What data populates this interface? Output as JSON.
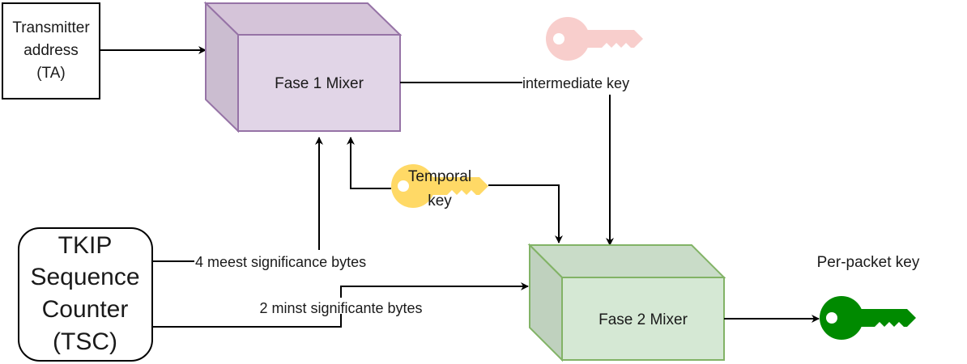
{
  "diagram": {
    "nodes": {
      "ta": {
        "lines": [
          "Transmitter",
          "address",
          "(TA)"
        ]
      },
      "tsc": {
        "lines": [
          "TKIP",
          "Sequence",
          "Counter",
          "(TSC)"
        ]
      },
      "phase1": {
        "label": "Fase 1 Mixer",
        "fill": "#e1d5e7",
        "stroke": "#9673a6"
      },
      "phase2": {
        "label": "Fase 2 Mixer",
        "fill": "#d5e8d4",
        "stroke": "#82b366"
      }
    },
    "keys": {
      "intermediate": {
        "color": "#f8cecc"
      },
      "temporal": {
        "lines": [
          "Temporal",
          "key"
        ],
        "color": "#ffd966"
      },
      "per_packet": {
        "label": "Per-packet key",
        "color": "#008a00"
      }
    },
    "edges": {
      "intermediate_key": "intermediate key",
      "msb": "4 meest significance bytes",
      "lsb": "2 minst significante bytes"
    }
  }
}
